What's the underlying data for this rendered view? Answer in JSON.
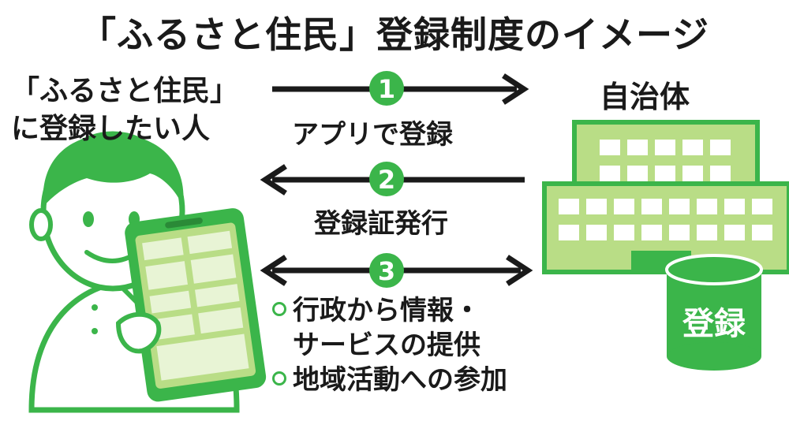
{
  "title": "「ふるさと住民」登録制度のイメージ",
  "person_label_line1": "「ふるさと住民」",
  "person_label_line2": "に登録したい人",
  "municipality_label": "自治体",
  "steps": [
    {
      "number": "1",
      "label": "アプリで登録"
    },
    {
      "number": "2",
      "label": "登録証発行"
    },
    {
      "number": "3",
      "label": ""
    }
  ],
  "benefits": [
    {
      "line1": "行政から情報・",
      "line2": "サービスの提供"
    },
    {
      "line1": "地域活動への参加"
    }
  ],
  "database_label": "登録",
  "colors": {
    "green": "#3bb54a",
    "light_green": "#b9dd86",
    "dark": "#1a1a1a"
  }
}
